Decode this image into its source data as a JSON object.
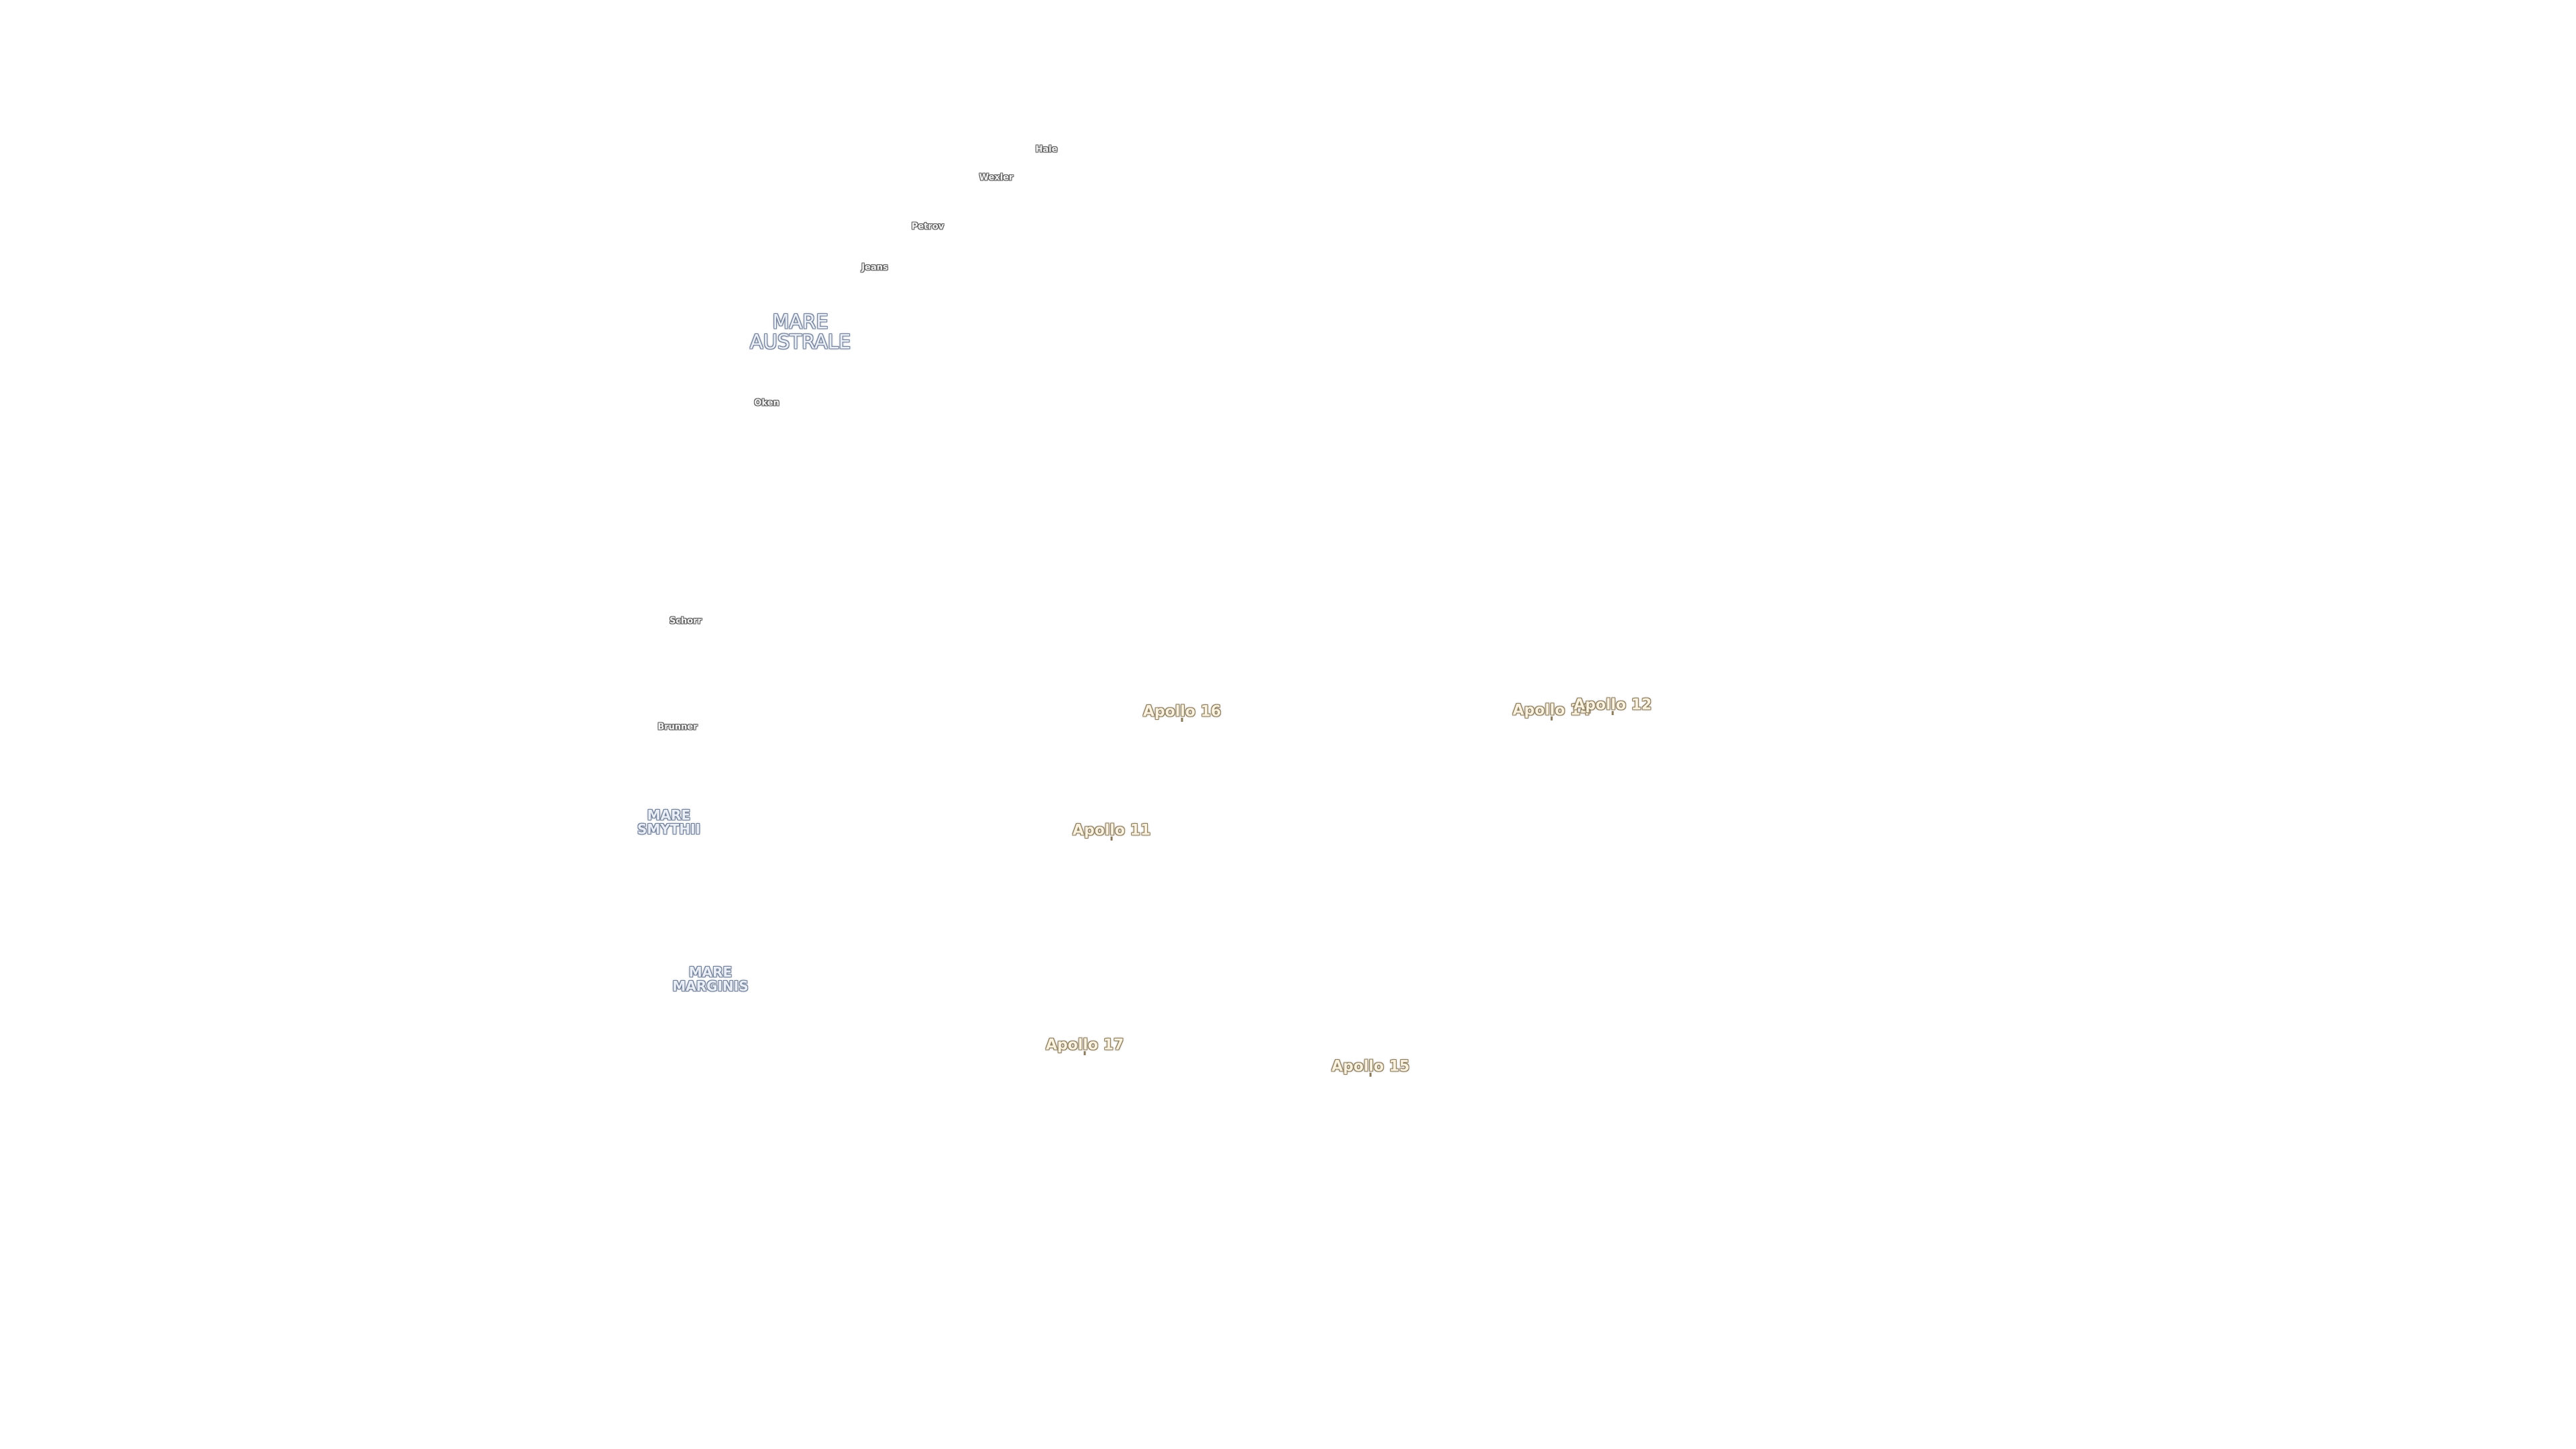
{
  "craters": [
    {
      "id": "hale",
      "name": "Hale"
    },
    {
      "id": "wexler",
      "name": "Wexler"
    },
    {
      "id": "petrov",
      "name": "Petrov"
    },
    {
      "id": "jeans",
      "name": "Jeans"
    },
    {
      "id": "oken",
      "name": "Oken"
    },
    {
      "id": "schorr",
      "name": "Schorr"
    },
    {
      "id": "brunner",
      "name": "Brunner"
    }
  ],
  "maria": [
    {
      "id": "mare-australe",
      "name": "MARE\nAUSTRALE"
    },
    {
      "id": "mare-smythii",
      "name": "MARE\nSMYTHII"
    },
    {
      "id": "mare-marginis",
      "name": "MARE\nMARGINIS"
    }
  ],
  "landing_sites": [
    {
      "id": "apollo-16",
      "name": "Apollo 16"
    },
    {
      "id": "apollo-14",
      "name": "Apollo 14"
    },
    {
      "id": "apollo-12",
      "name": "Apollo 12"
    },
    {
      "id": "apollo-11",
      "name": "Apollo 11"
    },
    {
      "id": "apollo-17",
      "name": "Apollo 17"
    },
    {
      "id": "apollo-15",
      "name": "Apollo 15"
    }
  ]
}
